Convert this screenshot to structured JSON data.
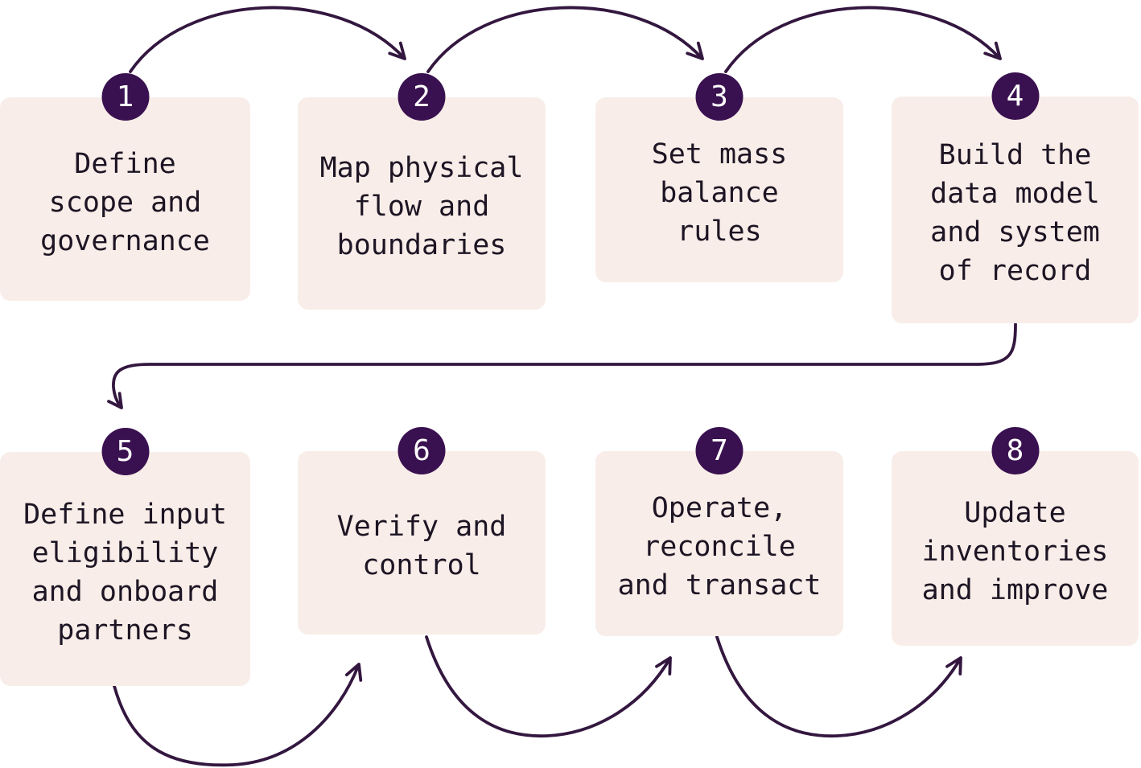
{
  "steps": [
    {
      "number": "1",
      "label": "Define\nscope and\ngovernance"
    },
    {
      "number": "2",
      "label": "Map physical\nflow and\nboundaries"
    },
    {
      "number": "3",
      "label": "Set mass\nbalance\nrules"
    },
    {
      "number": "4",
      "label": "Build the\ndata model\nand system\nof record"
    },
    {
      "number": "5",
      "label": "Define input\neligibility\nand onboard\npartners"
    },
    {
      "number": "6",
      "label": "Verify and\ncontrol"
    },
    {
      "number": "7",
      "label": "Operate,\nreconcile\nand transact"
    },
    {
      "number": "8",
      "label": "Update\ninventories\nand improve"
    }
  ],
  "colors": {
    "box_bg": "#f8ede8",
    "badge_bg": "#3a1150",
    "badge_text": "#ffffff",
    "text": "#1d1524",
    "arrow": "#33173f",
    "canvas_bg": "#ffffff"
  }
}
